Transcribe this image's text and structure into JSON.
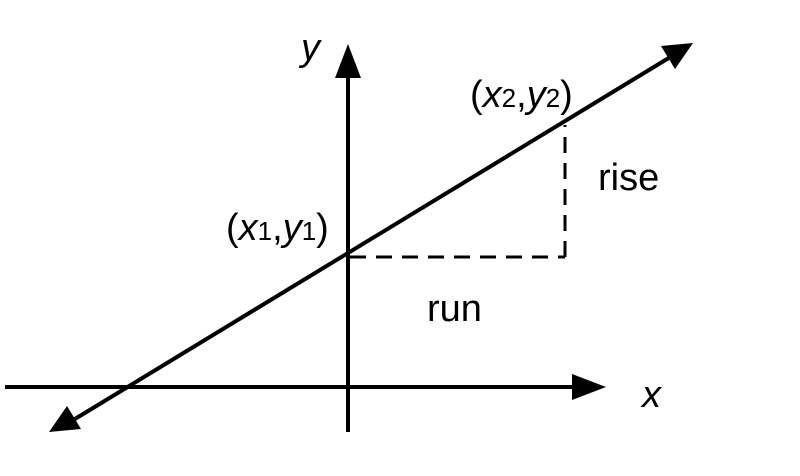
{
  "diagram": {
    "axes": {
      "x_label": "x",
      "y_label": "y"
    },
    "points": {
      "p1": {
        "open": "(",
        "var_x": "x",
        "sub_x": "1",
        "comma": ",",
        "var_y": "y",
        "sub_y": "1",
        "close": ")"
      },
      "p2": {
        "open": "(",
        "var_x": "x",
        "sub_x": "2",
        "comma": ",",
        "var_y": "y",
        "sub_y": "2",
        "close": ")"
      }
    },
    "labels": {
      "rise": "rise",
      "run": "run"
    }
  }
}
